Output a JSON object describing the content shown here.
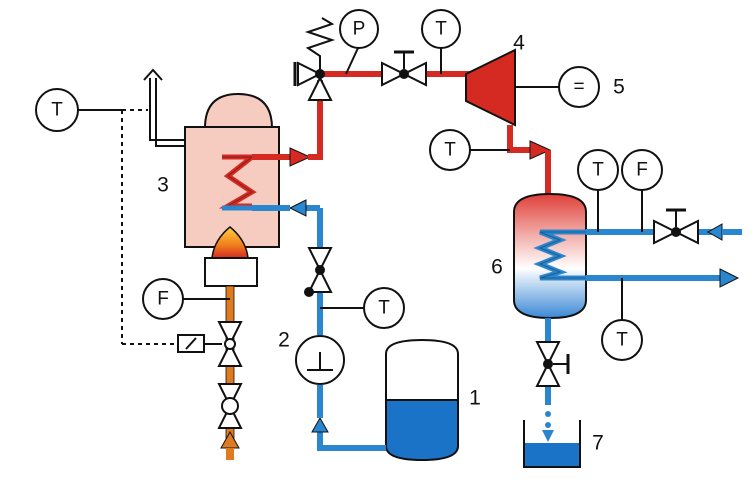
{
  "colors": {
    "steam": "#d42a22",
    "water": "#2a86cf",
    "fuel": "#e07a1e",
    "boiler_fill": "#f6cbc0",
    "stroke": "#111111",
    "tank_water": "#1a73c6",
    "turbine": "#d42a22"
  },
  "instruments": {
    "exhaust_temp": "T",
    "steam_pressure": "P",
    "steam_temp": "T",
    "generator": "=",
    "turbine_exhaust_temp": "T",
    "fuel_flow": "F",
    "feed_temp": "T",
    "cooling_temp": "T",
    "cooling_flow": "F",
    "cooling_out_temp": "T"
  },
  "component_numbers": {
    "feed_tank": "1",
    "pump": "2",
    "boiler": "3",
    "turbine": "4",
    "generator": "5",
    "condenser": "6",
    "condensate_vessel": "7"
  },
  "icons": [
    "safety-valve-icon",
    "gate-valve-icon",
    "check-valve-icon",
    "pump-icon",
    "burner-flame-icon",
    "heating-coil-icon",
    "solenoid-actuator-icon"
  ]
}
